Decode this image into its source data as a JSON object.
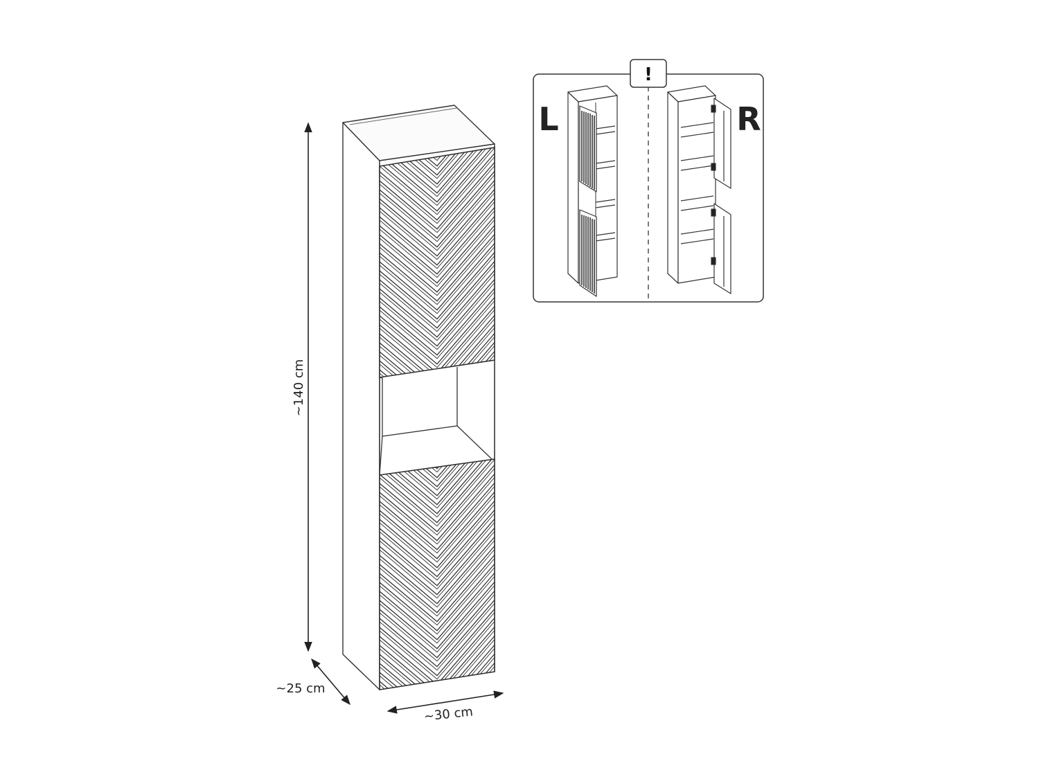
{
  "dimensions": {
    "height": "~140 cm",
    "depth": "~25 cm",
    "width": "~30 cm"
  },
  "inset": {
    "notice": "!",
    "left_label": "L",
    "right_label": "R"
  }
}
